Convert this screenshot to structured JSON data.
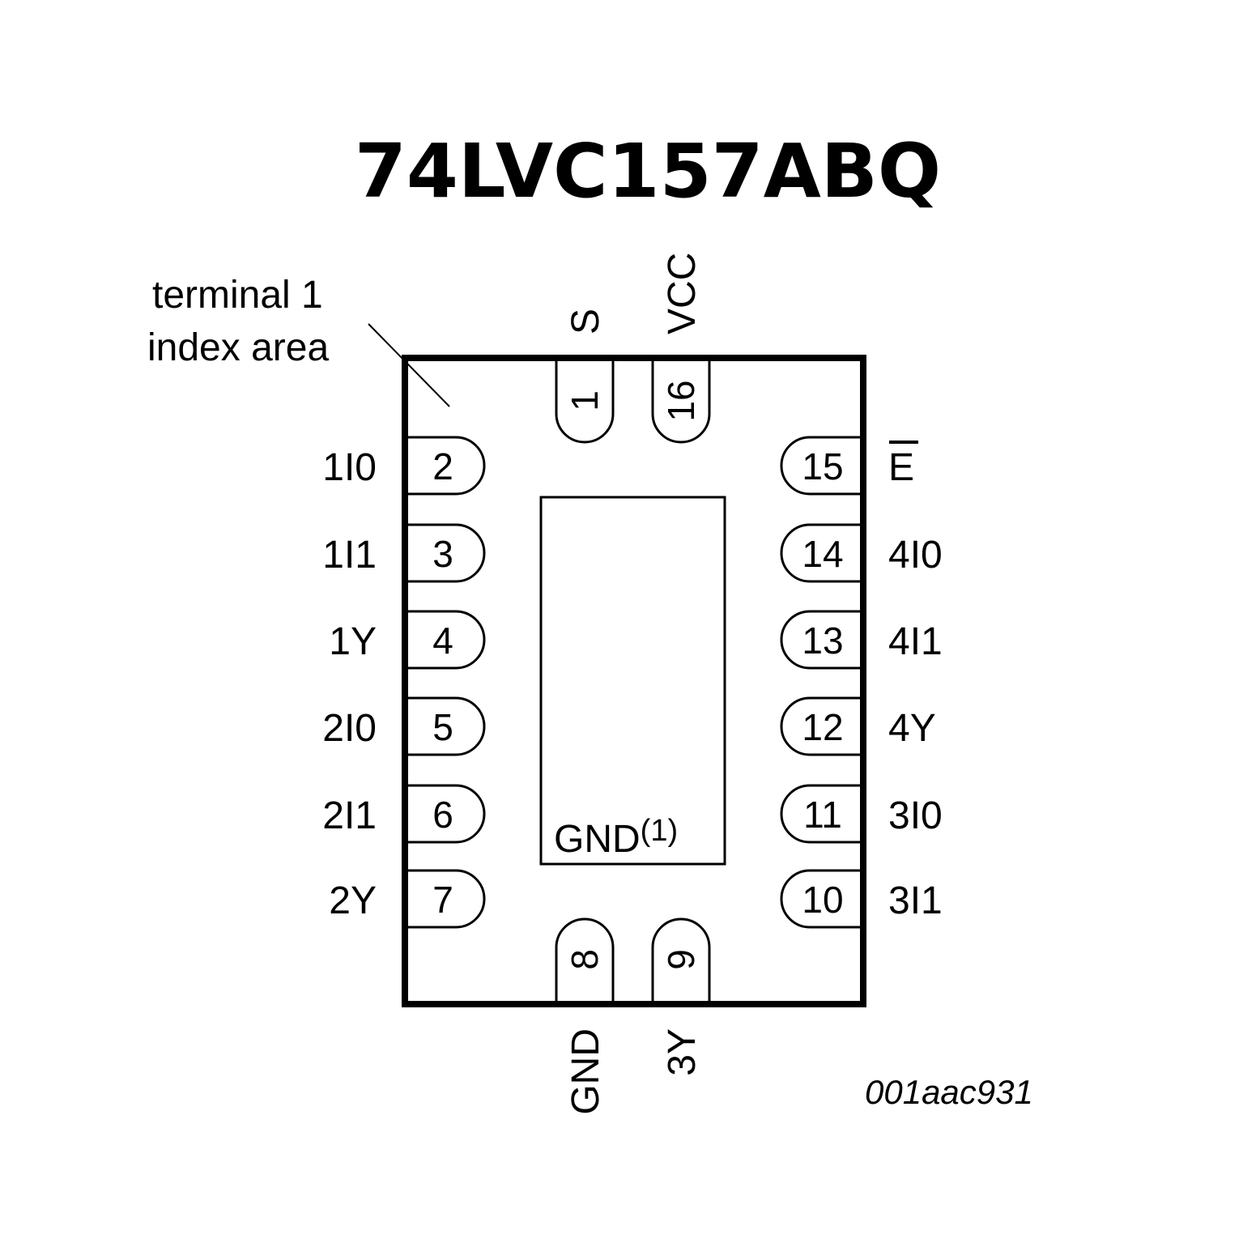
{
  "title": "74LVC157ABQ",
  "index_note": {
    "line1": "terminal 1",
    "line2": "index area"
  },
  "exposed_pad": {
    "label": "GND",
    "footnote": "(1)"
  },
  "drawing_code": "001aac931",
  "pins": {
    "left": [
      {
        "number": "2",
        "name": "1I0"
      },
      {
        "number": "3",
        "name": "1I1"
      },
      {
        "number": "4",
        "name": "1Y"
      },
      {
        "number": "5",
        "name": "2I0"
      },
      {
        "number": "6",
        "name": "2I1"
      },
      {
        "number": "7",
        "name": "2Y"
      }
    ],
    "right": [
      {
        "number": "15",
        "name": "E",
        "overbar": true
      },
      {
        "number": "14",
        "name": "4I0"
      },
      {
        "number": "13",
        "name": "4I1"
      },
      {
        "number": "12",
        "name": "4Y"
      },
      {
        "number": "11",
        "name": "3I0"
      },
      {
        "number": "10",
        "name": "3I1"
      }
    ],
    "top": [
      {
        "number": "1",
        "name": "S"
      },
      {
        "number": "16",
        "name": "VCC"
      }
    ],
    "bottom": [
      {
        "number": "8",
        "name": "GND"
      },
      {
        "number": "9",
        "name": "3Y"
      }
    ]
  }
}
